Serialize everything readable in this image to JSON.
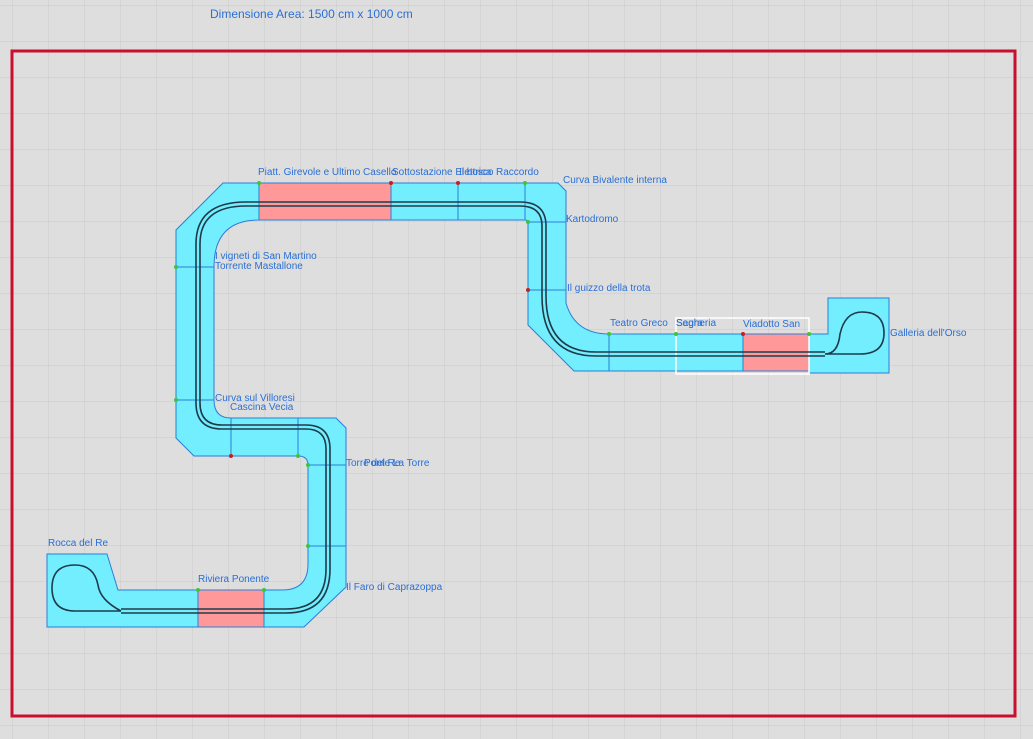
{
  "header": {
    "area_dimension": "Dimensione Area: 1500 cm x 1000 cm"
  },
  "colors": {
    "background": "#dedede",
    "grid": "#c9c9c9",
    "border": "#c8102e",
    "track_fill": "#72eeff",
    "track_edge": "#2b7fd6",
    "special_fill": "#ff9898",
    "rail": "#1f3b4a",
    "label": "#2a6fd6",
    "node_green": "#3cc43c",
    "node_red": "#c42020"
  },
  "labels": {
    "piatt": "Piatt. Girevole e Ultimo Casello",
    "sottostazione": "Sottostazione Elettrica",
    "il_bosco": "Il bosco",
    "raccordo": "Raccordo",
    "curva_bivalente": "Curva Bivalente interna",
    "kartodromo": "Kartodromo",
    "guizzo": "Il guizzo della trota",
    "teatro_greco": "Teatro Greco",
    "segheria": "Segheria",
    "sagra": "Sagra",
    "viadotto": "Viadotto San",
    "galleria": "Galleria dell'Orso",
    "vigneti": "I vigneti di San Martino",
    "torrente": "Torrente Mastallone",
    "curva_villoresi": "Curva sul Villoresi",
    "cascina": "Cascina Vecia",
    "torre_del_re": "Torre del Re",
    "ponte_la_torre": "Ponte La Torre",
    "faro": "Il Faro di Caprazoppa",
    "riviera": "Riviera Ponente",
    "rocca": "Rocca del Re"
  }
}
